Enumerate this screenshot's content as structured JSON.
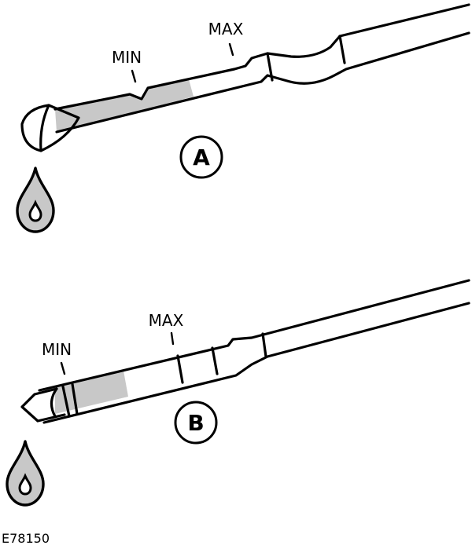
{
  "diagram": {
    "figure_ref": "E78150",
    "colors": {
      "line": "#000000",
      "oil": "#c8c8c8",
      "background": "#ffffff"
    },
    "dipstick_a": {
      "callout": "A",
      "min_label": "MIN",
      "max_label": "MAX",
      "icon": "oil-drop-icon"
    },
    "dipstick_b": {
      "callout": "B",
      "min_label": "MIN",
      "max_label": "MAX",
      "icon": "oil-drop-icon"
    }
  }
}
